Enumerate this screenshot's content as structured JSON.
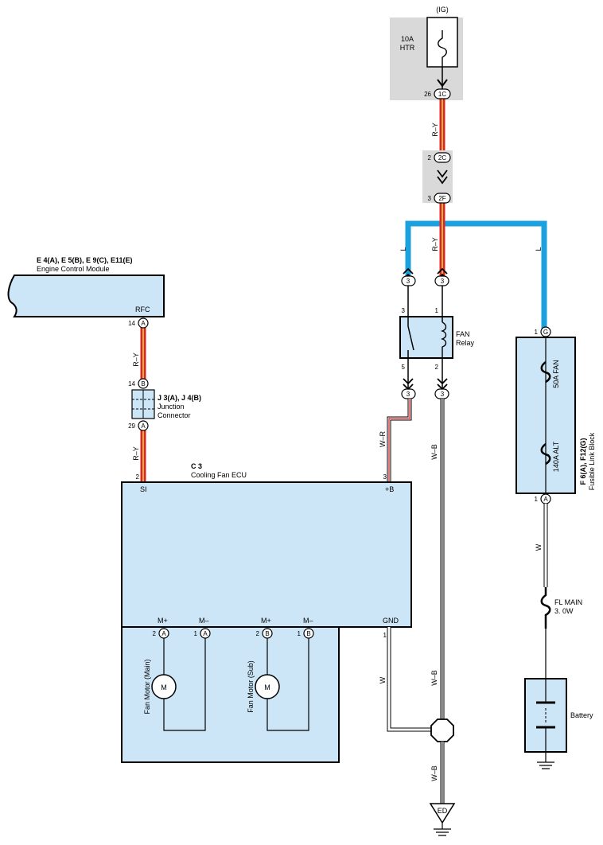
{
  "colors": {
    "ry_red": "#d9252a",
    "ry_yellow": "#f2d33a",
    "l_blue": "#1ba1dd",
    "component_fill": "#cce6f8",
    "fuse_box_fill": "#d9d9d9",
    "wr_red": "#d9252a"
  },
  "fuse_htr": {
    "source": "(IG)",
    "rating": "10A",
    "name": "HTR",
    "pin": "26",
    "connector": "1C"
  },
  "junction_2c": {
    "pin": "2",
    "connector": "2C"
  },
  "junction_2f": {
    "pin": "3",
    "connector": "2F"
  },
  "wire_labels": {
    "ry_top": "R–Y",
    "ry_mid": "R–Y",
    "l_left": "L",
    "l_right": "L",
    "ry_ecm_1": "R–Y",
    "ry_ecm_2": "R–Y",
    "wr": "W–R",
    "wb_1": "W–B",
    "w_gnd": "W",
    "wb_2": "W–B",
    "wb_3": "W–B",
    "w_fl": "W"
  },
  "ecm": {
    "codes": "E 4(A), E 5(B), E 9(C), E11(E)",
    "name": "Engine Control Module",
    "terminal": "RFC",
    "pin": "14",
    "connector": "A"
  },
  "junction_connector": {
    "codes": "J 3(A), J 4(B)",
    "name_line1": "Junction",
    "name_line2": "Connector",
    "pin_top": "14",
    "conn_top": "B",
    "pin_bottom": "29",
    "conn_bottom": "A"
  },
  "fan_relay": {
    "name_line1": "FAN",
    "name_line2": "Relay",
    "pin_3": "3",
    "pin_1": "1",
    "pin_5": "5",
    "pin_2": "2",
    "conn_top_left": "3",
    "conn_top_right": "3",
    "conn_bottom_left": "3",
    "conn_bottom_right": "3"
  },
  "ecu": {
    "code": "C 3",
    "name": "Cooling Fan ECU",
    "term_si": "SI",
    "term_b": "+B",
    "term_gnd": "GND",
    "pin_si": "2",
    "pin_b": "3",
    "pin_gnd": "1",
    "m_plus_main": "M+",
    "m_minus_main": "M–",
    "m_plus_sub": "M+",
    "m_minus_sub": "M–",
    "pin_mp_main": "2",
    "conn_mp_main": "A",
    "pin_mm_main": "1",
    "conn_mm_main": "A",
    "pin_mp_sub": "2",
    "conn_mp_sub": "B",
    "pin_mm_sub": "1",
    "conn_mm_sub": "B"
  },
  "motors": {
    "main_label": "Fan Motor (Main)",
    "sub_label": "Fan Motor (Sub)",
    "symbol": "M"
  },
  "fusible_link_block": {
    "codes": "F 6(A), F12(G)",
    "name": "Fusible Link Block",
    "pin_top": "1",
    "conn_top": "G",
    "pin_bottom": "1",
    "conn_bottom": "A",
    "fuse_1": "50A FAN",
    "fuse_2": "140A ALT"
  },
  "fl_main": {
    "name": "FL MAIN",
    "rating": "3. 0W"
  },
  "battery": {
    "label": "Battery"
  },
  "ground": {
    "label": "ED"
  }
}
